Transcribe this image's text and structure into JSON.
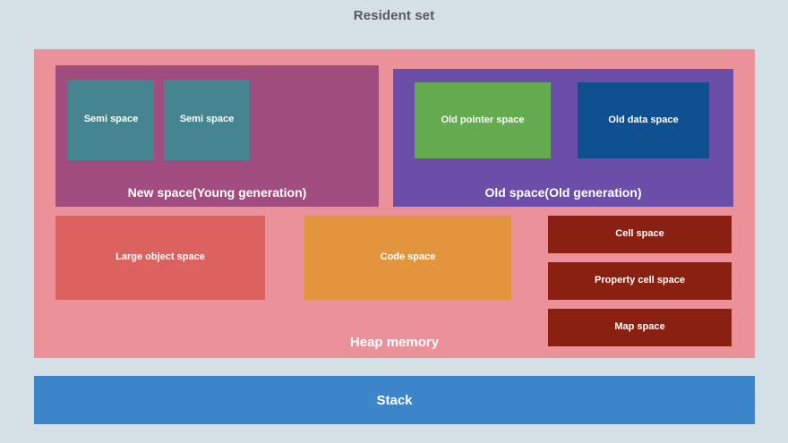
{
  "diagram": {
    "title": "Resident set",
    "title_color": "#58595b",
    "background_color": "#d4e0e5",
    "heap": {
      "label": "Heap memory",
      "color": "#ea9199",
      "new_space": {
        "label": "New space(Young generation)",
        "color": "#a24d7f",
        "children": [
          {
            "label": "Semi space",
            "color": "#44858f"
          },
          {
            "label": "Semi space",
            "color": "#44858f"
          }
        ]
      },
      "old_space": {
        "label": "Old space(Old generation)",
        "color": "#6b4ea8",
        "children": [
          {
            "label": "Old pointer space",
            "color": "#63ab4e"
          },
          {
            "label": "Old data space",
            "color": "#0f5190"
          }
        ]
      },
      "other_spaces": [
        {
          "label": "Large object space",
          "color": "#dc6260"
        },
        {
          "label": "Code space",
          "color": "#e3953e"
        },
        {
          "label": "Cell space",
          "color": "#8a2012"
        },
        {
          "label": "Property cell space",
          "color": "#8a2012"
        },
        {
          "label": "Map space",
          "color": "#8a2012"
        }
      ]
    },
    "stack": {
      "label": "Stack",
      "color": "#3b85c8"
    }
  }
}
